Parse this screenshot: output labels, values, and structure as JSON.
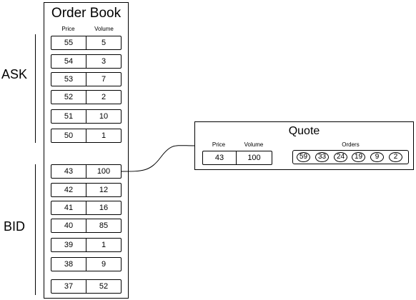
{
  "order_book": {
    "title": "Order Book",
    "price_header": "Price",
    "volume_header": "Volume",
    "ask_label": "ASK",
    "bid_label": "BID",
    "asks": [
      {
        "price": "55",
        "volume": "5"
      },
      {
        "price": "54",
        "volume": "3"
      },
      {
        "price": "53",
        "volume": "7"
      },
      {
        "price": "52",
        "volume": "2"
      },
      {
        "price": "51",
        "volume": "10"
      },
      {
        "price": "50",
        "volume": "1"
      }
    ],
    "bids": [
      {
        "price": "43",
        "volume": "100"
      },
      {
        "price": "42",
        "volume": "12"
      },
      {
        "price": "41",
        "volume": "16"
      },
      {
        "price": "40",
        "volume": "85"
      },
      {
        "price": "39",
        "volume": "1"
      },
      {
        "price": "38",
        "volume": "9"
      },
      {
        "price": "37",
        "volume": "52"
      }
    ]
  },
  "quote": {
    "title": "Quote",
    "price_header": "Price",
    "volume_header": "Volume",
    "orders_header": "Orders",
    "price": "43",
    "volume": "100",
    "orders": [
      "59",
      "33",
      "24",
      "19",
      "9",
      "2"
    ]
  }
}
